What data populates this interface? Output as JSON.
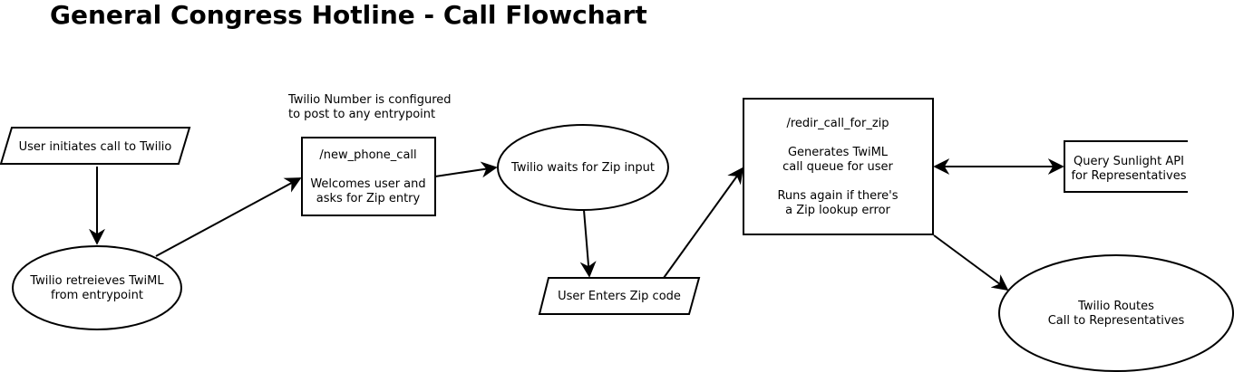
{
  "title": "General Congress Hotline - Call Flowchart",
  "note": [
    "Twilio Number is configured",
    "to post to any entrypoint"
  ],
  "nodes": {
    "user_initiates": [
      "User initiates call to Twilio"
    ],
    "retrieves_twiml": [
      "Twilio retreieves TwiML",
      "from entrypoint"
    ],
    "new_phone_call": [
      "/new_phone_call",
      "",
      "Welcomes user and",
      "asks for Zip entry"
    ],
    "waits_zip": [
      "Twilio waits for Zip input"
    ],
    "enters_zip": [
      "User Enters Zip code"
    ],
    "redir_call": [
      "/redir_call_for_zip",
      "",
      "Generates TwiML",
      "call queue for user",
      "",
      "Runs again if there's",
      "a Zip lookup error"
    ],
    "query_sunlight": [
      "Query Sunlight API",
      "for Representatives"
    ],
    "routes_call": [
      "Twilio Routes",
      "Call to Representatives"
    ]
  },
  "colors": {
    "stroke": "#000000",
    "fill": "#ffffff"
  }
}
